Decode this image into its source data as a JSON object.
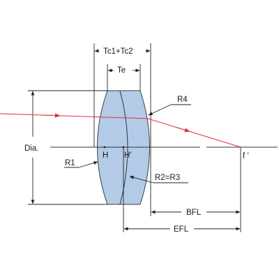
{
  "labels": {
    "tc_sum": "Tc1+Tc2",
    "te": "Te",
    "r4": "R4",
    "dia": "Dia.",
    "r1": "R1",
    "h": "H",
    "h_prime": "H'",
    "r2r3": "R2=R3",
    "f_prime": "f '",
    "bfl": "BFL",
    "efl": "EFL"
  },
  "colors": {
    "lens_fill": "#b3cbe6",
    "lens_stroke": "#3a3f4a",
    "ray": "#e0303a",
    "lines": "#222222"
  }
}
